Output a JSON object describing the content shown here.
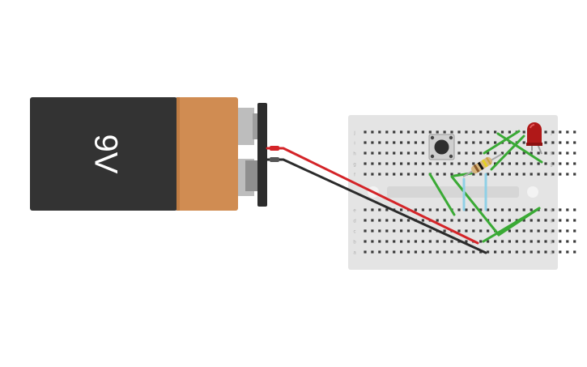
{
  "battery": {
    "label": "9V"
  },
  "colors": {
    "battery_body": "#333333",
    "battery_band": "#d08c52",
    "terminal": "#b7b7b7",
    "wire_red": "#d42428",
    "wire_black": "#2b2b2b",
    "wire_green": "#3aaa35",
    "wire_blue": "#8fd0e6",
    "breadboard": "#e4e4e4",
    "hole": "#3a3a3a",
    "led": "#b01818"
  },
  "breadboard": {
    "row_letters_top": [
      "j",
      "i",
      "h",
      "g",
      "f"
    ],
    "row_letters_bottom": [
      "e",
      "d",
      "c",
      "b",
      "a"
    ],
    "columns": 30
  }
}
